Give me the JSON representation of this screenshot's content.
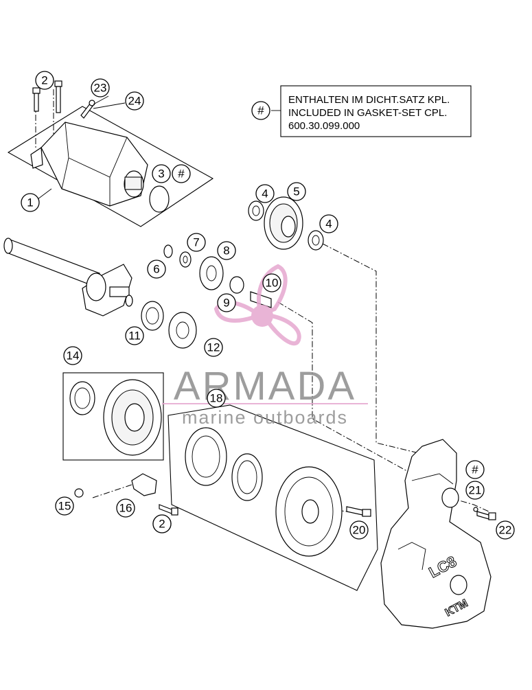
{
  "note": {
    "symbol": "#",
    "lines": [
      "ENTHALTEN IM DICHT.SATZ KPL.",
      "INCLUDED IN GASKET-SET CPL.",
      "600.30.099.000"
    ]
  },
  "callouts": [
    {
      "id": "c1",
      "label": "1"
    },
    {
      "id": "c2a",
      "label": "2"
    },
    {
      "id": "c2b",
      "label": "2"
    },
    {
      "id": "c23",
      "label": "23"
    },
    {
      "id": "c24",
      "label": "24"
    },
    {
      "id": "c3",
      "label": "3"
    },
    {
      "id": "c3h",
      "label": "#"
    },
    {
      "id": "c4a",
      "label": "4"
    },
    {
      "id": "c5",
      "label": "5"
    },
    {
      "id": "c4b",
      "label": "4"
    },
    {
      "id": "c7",
      "label": "7"
    },
    {
      "id": "c8",
      "label": "8"
    },
    {
      "id": "c6",
      "label": "6"
    },
    {
      "id": "c10",
      "label": "10"
    },
    {
      "id": "c9",
      "label": "9"
    },
    {
      "id": "c11",
      "label": "11"
    },
    {
      "id": "c12",
      "label": "12"
    },
    {
      "id": "c14",
      "label": "14"
    },
    {
      "id": "c18",
      "label": "18"
    },
    {
      "id": "c15",
      "label": "15"
    },
    {
      "id": "c16",
      "label": "16"
    },
    {
      "id": "c2c",
      "label": "2"
    },
    {
      "id": "c20",
      "label": "20"
    },
    {
      "id": "chash",
      "label": "#"
    },
    {
      "id": "c21",
      "label": "21"
    },
    {
      "id": "c22",
      "label": "22"
    }
  ],
  "watermark": {
    "brand": "ARMADA",
    "tagline": "marine outboards",
    "color_text": "#8c8c8c",
    "color_accent": "#e6a7cf"
  },
  "cover_marks": {
    "model": "LC8",
    "logo": "KTM"
  },
  "colors": {
    "line": "#000000",
    "background": "#ffffff"
  }
}
